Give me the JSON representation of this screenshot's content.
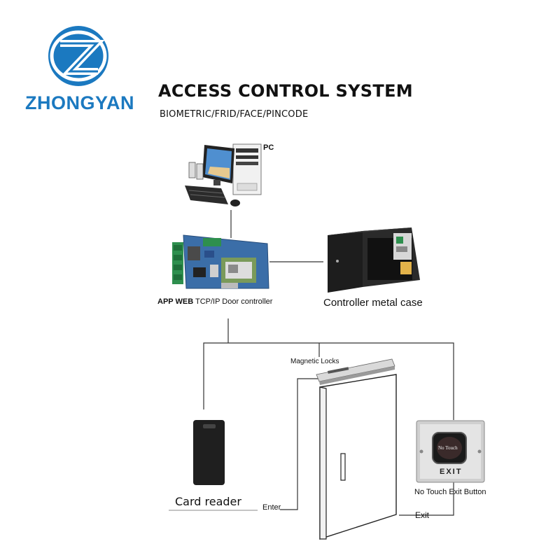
{
  "logo": {
    "text": "ZHONGYAN",
    "icon": "zhongyan-z-logo",
    "color": "#1b79c0"
  },
  "title": "ACCESS CONTROL SYSTEM",
  "subtitle": "BIOMETRIC/FRID/FACE/PINCODE",
  "nodes": {
    "pc": {
      "label": "PC",
      "icon": "desktop-computer-icon"
    },
    "controller": {
      "label_bold": "APP WEB",
      "label_rest": " TCP/IP Door controller",
      "icon": "circuit-board-icon",
      "board_color": "#3b6ea8"
    },
    "metal_case": {
      "label": "Controller metal case",
      "icon": "metal-cabinet-icon"
    },
    "magnetic_lock": {
      "label": "Magnetic Locks",
      "icon": "magnetic-lock-icon"
    },
    "card_reader": {
      "label": "Card reader",
      "icon": "card-reader-icon"
    },
    "exit_button": {
      "label": "No Touch Exit Button",
      "face_text": "No Touch",
      "plate_text": "EXIT",
      "icon": "exit-button-icon"
    },
    "door": {
      "icon": "door-icon"
    }
  },
  "connections": {
    "enter": "Enter",
    "exit": "Exit"
  }
}
